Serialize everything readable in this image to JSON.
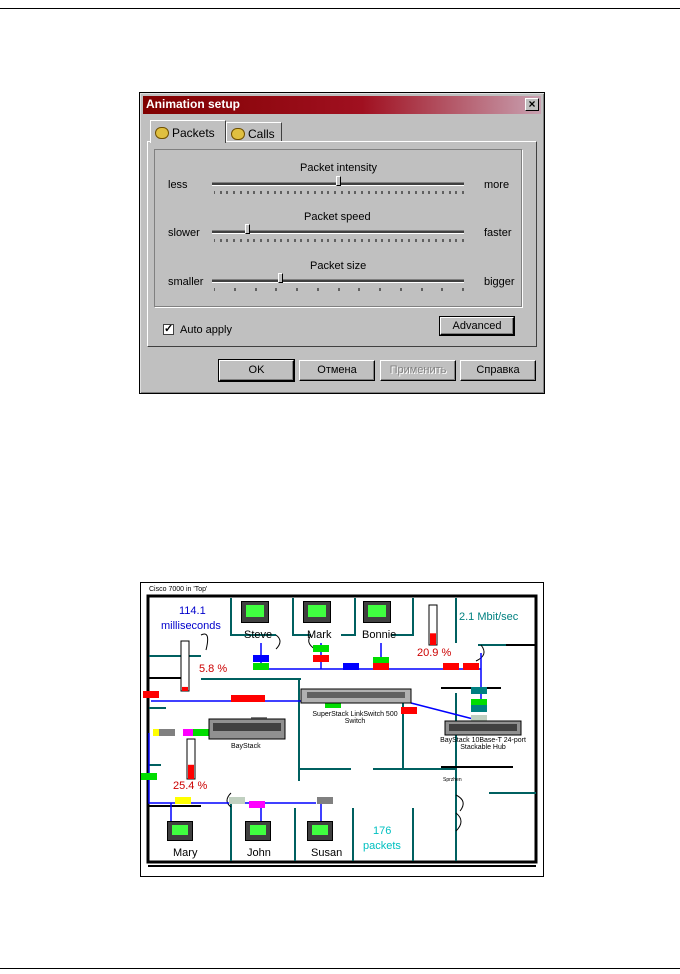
{
  "dialog": {
    "title": "Animation setup",
    "tabs": [
      {
        "label": "Packets",
        "icon": "packets-icon"
      },
      {
        "label": "Calls",
        "icon": "calls-icon"
      }
    ],
    "sliders": [
      {
        "title": "Packet intensity",
        "min_label": "less",
        "max_label": "more",
        "value": 0.5
      },
      {
        "title": "Packet speed",
        "min_label": "slower",
        "max_label": "faster",
        "value": 0.14
      },
      {
        "title": "Packet size",
        "min_label": "smaller",
        "max_label": "bigger",
        "value": 0.27
      }
    ],
    "auto_apply": {
      "label": "Auto apply",
      "checked": true
    },
    "advanced_label": "Advanced",
    "buttons": {
      "ok": "OK",
      "cancel": "Отмена",
      "apply": "Применить",
      "help": "Справка"
    }
  },
  "map": {
    "title": "Cisco 7000 in 'Top'",
    "latency": {
      "value": "114.1",
      "unit": "milliseconds"
    },
    "bandwidth": "2.1 Mbit/sec",
    "packets": {
      "value": "176",
      "unit": "packets"
    },
    "utilization": [
      {
        "label": "5.8 %",
        "fraction": 0.058
      },
      {
        "label": "20.9 %",
        "fraction": 0.209
      },
      {
        "label": "25.4 %",
        "fraction": 0.254
      }
    ],
    "workstations": [
      "Steve",
      "Mark",
      "Bonnie",
      "Mary",
      "John",
      "Susan"
    ],
    "devices": {
      "switch": "SuperStack LinkSwitch 500 Switch",
      "baystack": "BayStack",
      "hub": "BayStack 10Base-T 24-port Stackable Hub",
      "small_label": "Sprzhen"
    },
    "colors": {
      "red": "#ff0000",
      "green": "#00dd00",
      "blue": "#0000ff",
      "magenta": "#ff00ff",
      "yellow": "#ffff00",
      "gray": "#808080",
      "teal": "#008080",
      "lightgray": "#c0d0c0",
      "label_blue": "#0000cc",
      "label_red": "#cc0000",
      "label_cyan": "#00c0c0",
      "wall": "#006060"
    }
  }
}
